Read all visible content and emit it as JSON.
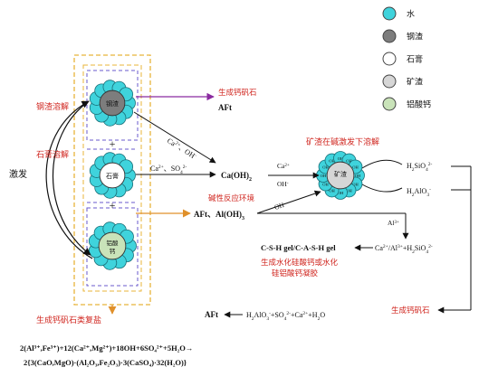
{
  "legend": [
    {
      "label": "水",
      "color": "#3fd3dc"
    },
    {
      "label": "钢渣",
      "color": "#7d7d7d"
    },
    {
      "label": "石膏",
      "color": "#ffffff"
    },
    {
      "label": "矿渣",
      "color": "#d6d6d6"
    },
    {
      "label": "铝酸钙",
      "color": "#c9e3b9"
    }
  ],
  "particles": {
    "steel_slag": "钢渣",
    "gypsum": "石膏",
    "calcium_aluminate_l1": "铝酸",
    "calcium_aluminate_l2": "钙",
    "slag": "矿渣",
    "oh": "OH"
  },
  "labels": {
    "steel_slag_dissolve": "钢渣溶解",
    "gypsum_dissolve": "石膏溶解",
    "excite": "激发",
    "plus": "+",
    "form_ettringite_top": "生成钙矾石",
    "aft_top": "AFt",
    "alkaline_env": "碱性反应环境",
    "slag_dissolve": "矿渣在碱激发下溶解",
    "form_gels_l1": "生成水化硅酸钙或水化",
    "form_gels_l2": "硅铝酸钙凝胶",
    "form_ettringite_right": "生成钙矾石",
    "form_ettringite_complex": "生成钙矾石类复盐"
  },
  "chem": {
    "ca2_oh_a": "Ca",
    "ca2_oh_b": "2+",
    "ca2_oh_c": "、OH",
    "ca2_oh_d": "-",
    "ca_so4_a": "Ca",
    "ca_so4_b": "2+",
    "ca_so4_c": "、SO",
    "ca_so4_d": "4",
    "ca_so4_e": "2-",
    "caoh2_a": "Ca(OH)",
    "caoh2_b": "2",
    "ca2_oh_mid_a": "Ca",
    "ca2_oh_mid_b": "2+",
    "ca2_oh_mid_c": "OH",
    "ca2_oh_mid_d": "-",
    "oh_low_a": "OH",
    "oh_low_b": "-",
    "aft_aloh3_a": "AFt、Al(OH)",
    "aft_aloh3_b": "3",
    "h2sio4_a": "H",
    "h2sio4_b": "2",
    "h2sio4_c": "SiO",
    "h2sio4_d": "4",
    "h2sio4_e": "2-",
    "h2alo3_a": "H",
    "h2alo3_b": "2",
    "h2alo3_c": "AlO",
    "h2alo3_d": "3",
    "h2alo3_e": "-",
    "al3_a": "Al",
    "al3_b": "3+",
    "gel": "C-S-H gel/C-A-S-H gel",
    "ca_al_si_a": "Ca",
    "ca_al_si_b": "2+",
    "ca_al_si_c": "/Al",
    "ca_al_si_d": "3+",
    "ca_al_si_e": "+H",
    "ca_al_si_f": "2",
    "ca_al_si_g": "SiO",
    "ca_al_si_h": "4",
    "ca_al_si_i": "2-",
    "aft_bottom": "AFt",
    "bottom_eq_a": "H",
    "bottom_eq_b": "2",
    "bottom_eq_c": "AlO",
    "bottom_eq_d": "3",
    "bottom_eq_e": "-",
    "bottom_eq_f": "+SO",
    "bottom_eq_g": "4",
    "bottom_eq_h": "2-",
    "bottom_eq_i": "+Ca",
    "bottom_eq_j": "2+",
    "bottom_eq_k": "+H",
    "bottom_eq_l": "2",
    "bottom_eq_m": "O",
    "final_eq_line1": "2(Al³⁺,Fe³⁺)+12(Ca²⁺,Mg²⁺)+18OH+6SO₄²⁺+5H₂O→",
    "final_eq_line2": "2{3(CaO,MgO)·(Al₂O₃,Fe₂O₃)·3(CaSO₄)·32(H₂O)}"
  }
}
